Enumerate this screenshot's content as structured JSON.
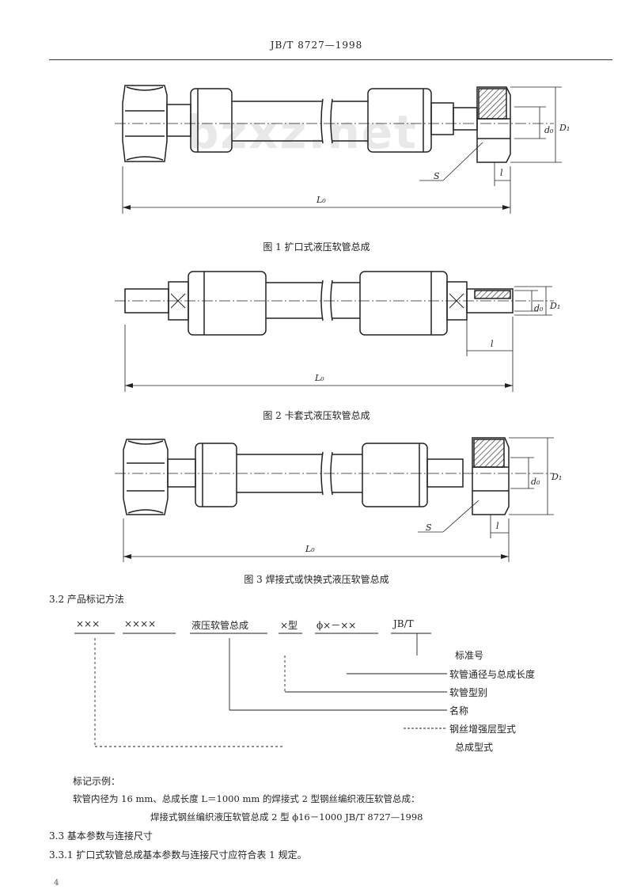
{
  "header": {
    "standard_no": "JB/T 8727—1998"
  },
  "watermark": "bzxz.net",
  "figures": [
    {
      "caption": "图 1  扩口式液压软管总成",
      "labels": {
        "length": "L₀",
        "inner_d": "d₀",
        "outer_d": "D₁",
        "hex": "S",
        "nut_len": "l"
      }
    },
    {
      "caption": "图 2  卡套式液压软管总成",
      "labels": {
        "length": "L₀",
        "inner_d": "d₀",
        "outer_d": "D₁",
        "nut_len": "l"
      }
    },
    {
      "caption": "图 3  焊接式或快换式液压软管总成",
      "labels": {
        "length": "L₀",
        "inner_d": "d₀",
        "outer_d": "D₁",
        "hex": "S",
        "nut_len": "l"
      }
    }
  ],
  "section_3_2": {
    "heading": "3.2  产品标记方法",
    "marking": [
      "×××",
      "××××",
      "液压软管总成",
      "×型",
      "ϕ×－××",
      "JB/T"
    ],
    "legend": [
      "标准号",
      "软管通径与总成长度",
      "软管型别",
      "名称",
      "钢丝增强层型式",
      "总成型式"
    ]
  },
  "example": {
    "label": "标记示例：",
    "text": "软管内径为 16 mm、总成长度 L＝1000 mm 的焊接式 2 型钢丝编织液压软管总成：",
    "mark": "焊接式钢丝编织液压软管总成 2 型 ϕ16－1000   JB/T 8727—1998"
  },
  "section_3_3": {
    "heading": "3.3  基本参数与连接尺寸"
  },
  "section_3_3_1": {
    "text": "3.3.1  扩口式软管总成基本参数与连接尺寸应符合表 1 规定。"
  },
  "page_corner": "4"
}
